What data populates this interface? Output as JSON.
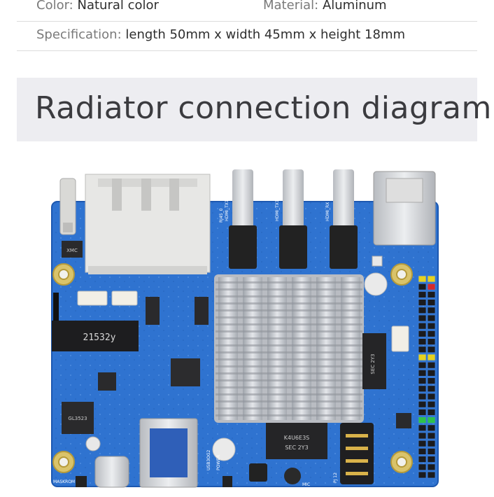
{
  "specs": {
    "color": {
      "label": "Color:",
      "value": "Natural color"
    },
    "material": {
      "label": "Material:",
      "value": "Aluminum"
    },
    "specification": {
      "label": "Specification:",
      "value": "length 50mm x width 45mm x height 18mm"
    }
  },
  "banner": {
    "title": "Radiator connection diagram"
  },
  "board": {
    "chip_text": "21532y",
    "chip_small_left": "XMC",
    "chip_small_bl": "GL3523",
    "chip_right": "SEC 2Y3",
    "chip_bottom": "K4U6E3S",
    "chip_bottom_line2": "SEC 2Y3",
    "label_hdmi_left": "HDMI_TX1",
    "label_hdmi_mid": "HDMI_TX1",
    "label_hdmi_right": "HDMI_RX",
    "label_maskrom": "MASKROM",
    "label_usb": "USB3OG2",
    "label_power": "POWER",
    "label_mic": "MIC",
    "label_pj": "PJ 12",
    "label_rj45": "RJ45_0"
  },
  "colors": {
    "pcb": "#2f73d0",
    "heatsink": "#c9ccd1",
    "banner_bg": "#ededf1",
    "title_text": "#3b3b3f"
  }
}
